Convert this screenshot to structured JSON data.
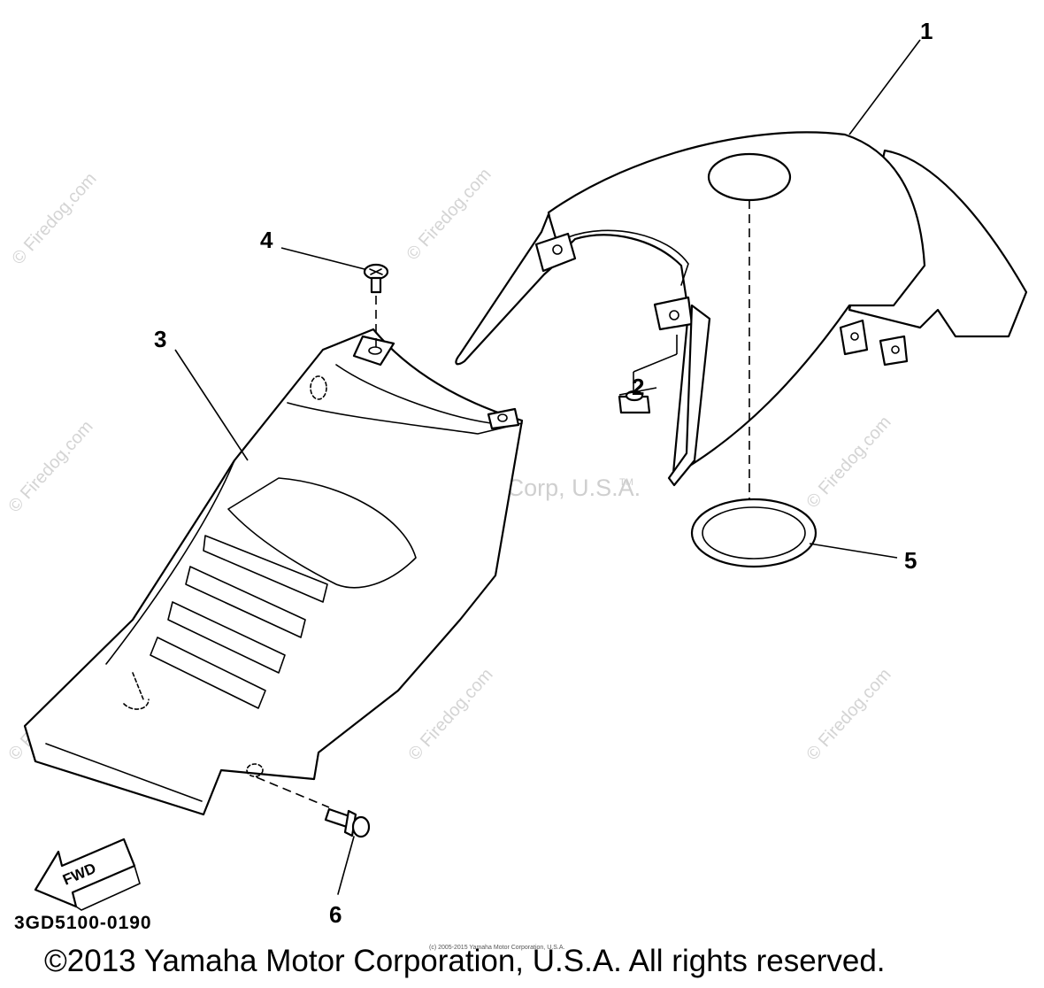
{
  "watermarks": {
    "site": "© Firedog.com",
    "center": "Yamaha Motor Corp, U.S.A.",
    "tm": "TM"
  },
  "callouts": {
    "c1": "1",
    "c2": "2",
    "c3": "3",
    "c4": "4",
    "c5": "5",
    "c6": "6"
  },
  "fwd_label": "FWD",
  "diagram_code": "3GD5100-0190",
  "small_copyright": "(c) 2005-2015 Yamaha Motor Corporation, U.S.A.",
  "copyright": "©2013 Yamaha Motor Corporation, U.S.A. All rights reserved."
}
